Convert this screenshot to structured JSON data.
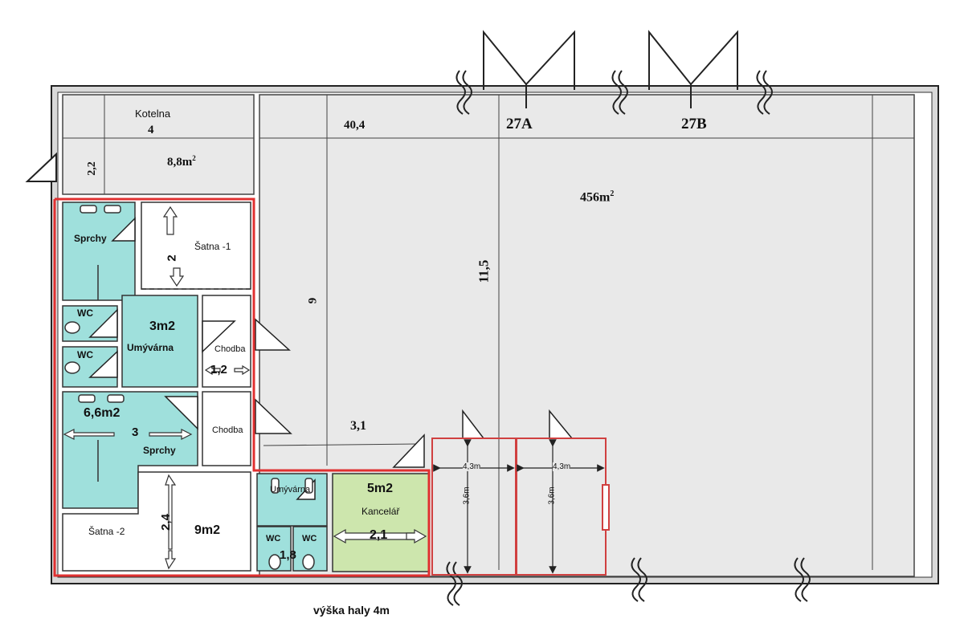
{
  "hall": {
    "dim_length": "40,4",
    "dim_width_left": "9",
    "dim_width_right": "11,5",
    "area": "456",
    "area_unit": "m",
    "area_exp": "2",
    "dim_bottom": "3,1",
    "height_note": "výška haly 4m"
  },
  "doors": {
    "left": "27A",
    "right": "27B"
  },
  "boiler": {
    "name": "Kotelna",
    "dim_length": "4",
    "dim_width": "2,2",
    "area": "8,8m",
    "area_exp": "2"
  },
  "rooms": {
    "showers_top": "Sprchy",
    "changing1": "Šatna -1",
    "changing1_dim": "2",
    "wc1": "WC",
    "wc2": "WC",
    "washroom1_area": "3m2",
    "washroom1_name": "Umývárna",
    "corridor1": "Chodba",
    "corridor1_dim": "1,2",
    "showers2_area": "6,6m2",
    "showers2_dim": "3",
    "showers2_name": "Sprchy",
    "corridor2": "Chodba",
    "changing2": "Šatna -2",
    "changing2_dim": "2,4",
    "changing2_area": "9m2",
    "washroom2_name": "Umývárna",
    "wc3": "WC",
    "wc4": "WC",
    "wc_dim": "1,8",
    "office_area": "5m2",
    "office_name": "Kancelář",
    "office_dim": "2,1"
  },
  "bays": {
    "bay1_width": "4,3m",
    "bay1_depth": "3,6m",
    "bay2_width": "4,3m",
    "bay2_depth": "3,6m"
  },
  "colors": {
    "wet_room": "#9fe0dc",
    "office": "#cde6ad",
    "hall_fill": "#e9e9e9",
    "outline_red": "#e03030"
  }
}
